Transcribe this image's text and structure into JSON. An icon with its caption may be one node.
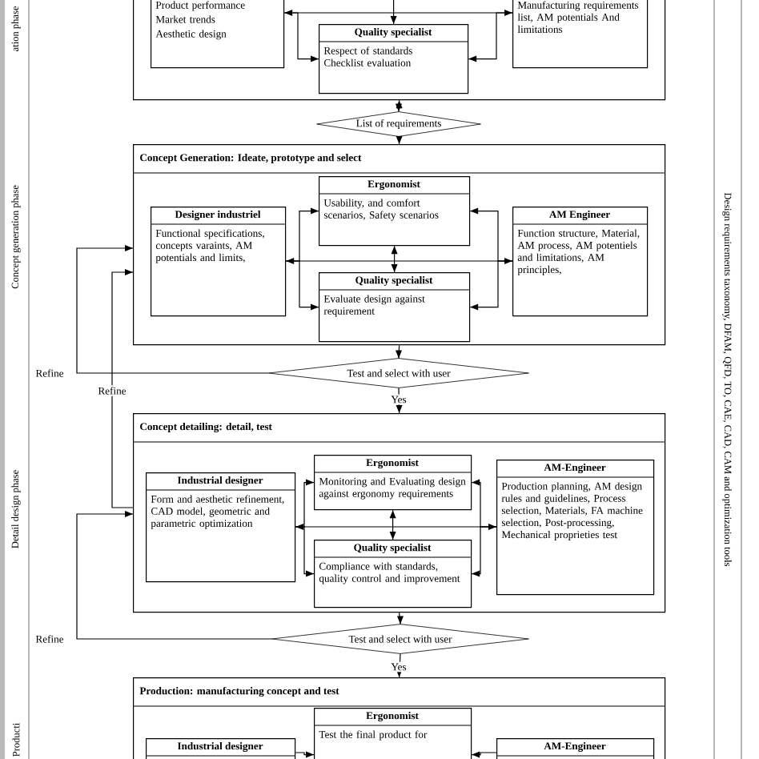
{
  "diagram": {
    "nodes": [
      {
        "text": [],
        "shape": "box"
      },
      {
        "text": [
          "Product performance",
          "Market trends",
          "Aesthetic design"
        ],
        "in": 0
      },
      {
        "text": [
          "Quality specialist",
          "Respect of standards",
          "Checklist evaluation"
        ],
        "in": 0
      },
      {
        "text": [
          "Manufacturing requirements list, AM potentials And limitations"
        ],
        "in": 0
      },
      {
        "text": [
          "List of requirements"
        ]
      },
      {
        "text": [
          "Concept Generation: Ideate, prototype and select"
        ]
      },
      {
        "text": [
          "Ergonomist",
          "Usability, and comfort scenarios, Safety scenarios"
        ],
        "in": 5
      },
      {
        "text": [
          "Designer industriel",
          "Functional specifications, concepts varaints, AM potentials and limits,"
        ],
        "in": 5
      },
      {
        "text": [
          "Quality specialist",
          "Evaluate design against requirement"
        ],
        "in": 5
      },
      {
        "text": [
          "AM Engineer",
          "Function structure, Material, AM process, AM potentiels and limitations, AM principles,"
        ],
        "in": 5
      },
      {
        "text": [
          "Test and select with user"
        ]
      },
      {
        "text": [
          "Concept detailing: detail, test"
        ]
      },
      {
        "text": [
          "Ergonomist",
          "Monitoring and Evaluating design against ergonomy requirements"
        ],
        "in": 11
      },
      {
        "text": [
          "Industrial designer",
          "Form and aesthetic refinement, CAD model, geometric and parametric optimization"
        ],
        "in": 11
      },
      {
        "text": [
          "Quality specialist",
          "Compliance with standards, quality control and improvement"
        ],
        "in": 11
      },
      {
        "text": [
          "AM-Engineer",
          "Production planning, AM design rules and guidelines, Process selection, Materials, FA machine selection, Post-processing, Mechanical proprieties test"
        ],
        "in": 11
      },
      {
        "text": [
          "Test and select with user"
        ]
      },
      {
        "text": [
          "Production: manufacturing concept and test"
        ]
      },
      {
        "text": [
          "Ergonomist",
          "Test the final product for"
        ],
        "in": 17
      },
      {
        "text": [
          "Industrial designer"
        ],
        "in": 17
      },
      {
        "text": [
          "AM-Engineer"
        ],
        "in": 17
      }
    ],
    "edges": [
      {
        "from": 1,
        "to": 3,
        "arrow": "both"
      },
      {
        "from": 1,
        "to": 2,
        "arrow": "to"
      },
      {
        "from": 3,
        "to": 2,
        "arrow": "to"
      },
      {
        "from": null,
        "to": 2,
        "arrow": "to"
      },
      {
        "from": 0,
        "to": 4,
        "arrow": "both"
      },
      {
        "from": 4,
        "to": 5,
        "arrow": "to"
      },
      {
        "from": 7,
        "to": 9,
        "arrow": "both"
      },
      {
        "from": 6,
        "to": 8,
        "arrow": "both"
      },
      {
        "from": 7,
        "to": 6,
        "arrow": "to"
      },
      {
        "from": 7,
        "to": 8,
        "arrow": "to"
      },
      {
        "from": 9,
        "to": 6,
        "arrow": "to"
      },
      {
        "from": 9,
        "to": 8,
        "arrow": "to"
      },
      {
        "from": 5,
        "to": 10,
        "arrow": "to"
      },
      {
        "from": 10,
        "to": 5,
        "arrow": "to",
        "label": "Refine"
      },
      {
        "from": 10,
        "to": 11,
        "arrow": "to",
        "label": "Yes"
      },
      {
        "from": 11,
        "to": 5,
        "arrow": "to",
        "label": "Refine"
      },
      {
        "from": 13,
        "to": 15,
        "arrow": "both"
      },
      {
        "from": 12,
        "to": 14,
        "arrow": "both"
      },
      {
        "from": 13,
        "to": 12,
        "arrow": "to"
      },
      {
        "from": 13,
        "to": 14,
        "arrow": "to"
      },
      {
        "from": 15,
        "to": 12,
        "arrow": "to"
      },
      {
        "from": 15,
        "to": 14,
        "arrow": "to"
      },
      {
        "from": 11,
        "to": 16,
        "arrow": "to"
      },
      {
        "from": 16,
        "to": 11,
        "arrow": "to",
        "label": "Refine"
      },
      {
        "from": 16,
        "to": 17,
        "arrow": "to",
        "label": "Yes"
      },
      {
        "from": 19,
        "to": 18,
        "arrow": "to"
      },
      {
        "from": 20,
        "to": 18,
        "arrow": "to"
      }
    ],
    "labels": [
      "ation phase",
      "Concept generation phase",
      "Detail design phase",
      "Producti",
      "Design requirements taxonomy, DFAM, QFD, TO, CAE, CAD, CAM and optimization tools"
    ]
  }
}
